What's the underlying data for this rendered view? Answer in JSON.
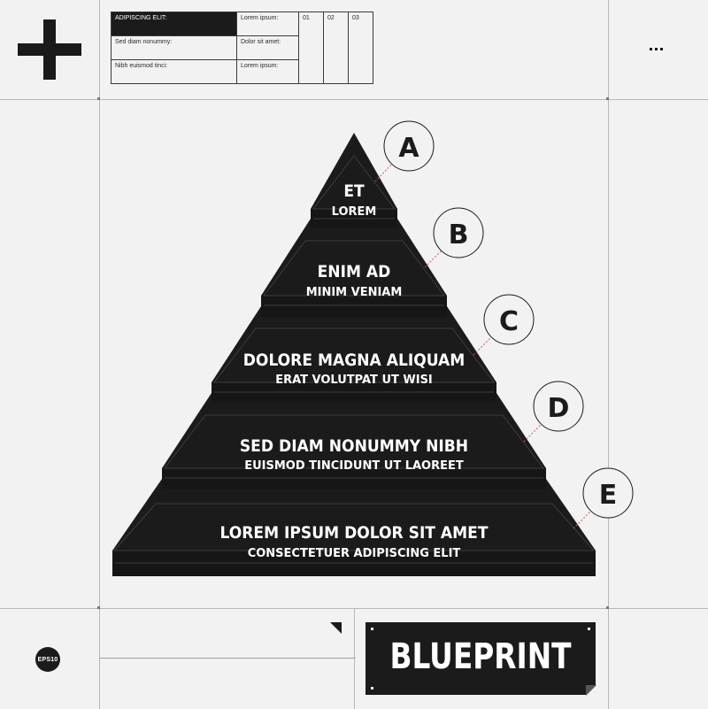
{
  "info_table": {
    "rows": [
      {
        "label": "ADIPISCING ELIT:",
        "sub": "Lorem ipsum:"
      },
      {
        "label": "Sed diam nonummy:",
        "sub": "Dolor sit amet:"
      },
      {
        "label": "Nibh euismod tinci:",
        "sub": "Lorem ipsum:"
      }
    ],
    "columns": [
      "01",
      "02",
      "03"
    ]
  },
  "pyramid": {
    "tiers": [
      {
        "letter": "A",
        "title": "ET",
        "subtitle": "LOREM"
      },
      {
        "letter": "B",
        "title": "ENIM AD",
        "subtitle": "MINIM VENIAM"
      },
      {
        "letter": "C",
        "title": "DOLORE MAGNA ALIQUAM",
        "subtitle": "ERAT VOLUTPAT UT WISI"
      },
      {
        "letter": "D",
        "title": "SED DIAM NONUMMY NIBH",
        "subtitle": "EUISMOD TINCIDUNT UT LAOREET"
      },
      {
        "letter": "E",
        "title": "LOREM IPSUM DOLOR SIT AMET",
        "subtitle": "CONSECTETUER ADIPISCING ELIT"
      }
    ]
  },
  "footer": {
    "badge": "EPS10",
    "label": "BLUEPRINT"
  },
  "colors": {
    "background": "#f2f2f2",
    "ink": "#1b1b1b",
    "accent": "#d9534f"
  },
  "icons": {
    "logo": "plus-icon",
    "menu": "more-dots-icon"
  }
}
